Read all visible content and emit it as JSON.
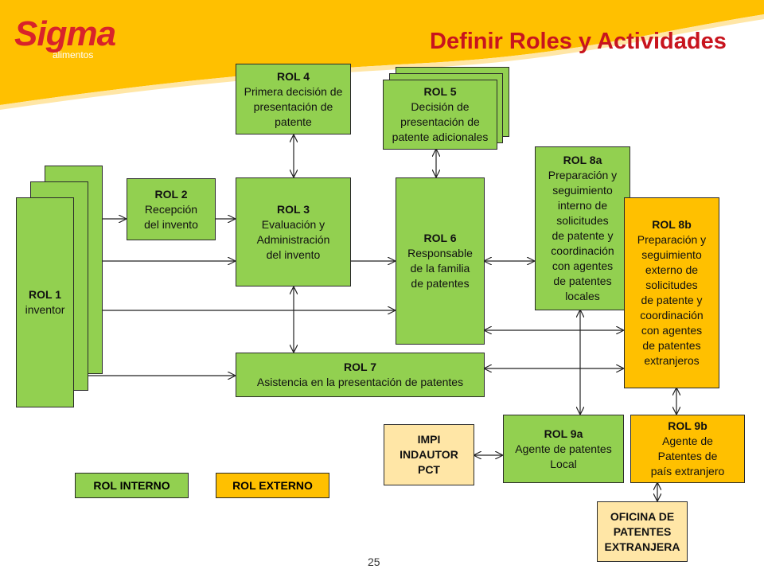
{
  "title": "Definir Roles y Actividades",
  "logo": {
    "brand": "Sigma",
    "sub": "alimentos"
  },
  "roles": {
    "rol1": {
      "title": "ROL 1",
      "body": "inventor"
    },
    "rol2": {
      "title": "ROL 2",
      "body": "Recepción\ndel invento"
    },
    "rol3": {
      "title": "ROL 3",
      "body": "Evaluación y\nAdministración\ndel invento"
    },
    "rol4": {
      "title": "ROL 4",
      "body": "Primera decisión de\npresentación de\npatente"
    },
    "rol5": {
      "title": "ROL 5",
      "body": "Decisión de\npresentación de\npatente adicionales"
    },
    "rol6": {
      "title": "ROL 6",
      "body": "Responsable\nde la familia\nde patentes"
    },
    "rol7": {
      "title": "ROL 7",
      "body": "Asistencia en la presentación de patentes"
    },
    "rol8a": {
      "title": "ROL 8a",
      "body": "Preparación y\nseguimiento\ninterno de\nsolicitudes\nde patente y\ncoordinación\ncon agentes\nde patentes\nlocales"
    },
    "rol8b": {
      "title": "ROL 8b",
      "body": "Preparación y\nseguimiento\nexterno de\nsolicitudes\nde patente y\ncoordinación\ncon agentes\nde patentes\nextranjeros"
    },
    "rol9a": {
      "title": "ROL 9a",
      "body": "Agente de patentes\nLocal"
    },
    "rol9b": {
      "title": "ROL 9b",
      "body": "Agente de\nPatentes de\npaís extranjero"
    }
  },
  "impi": {
    "body": "IMPI\nINDAUTOR\nPCT"
  },
  "oficina": {
    "body": "OFICINA DE\nPATENTES\nEXTRANJERA"
  },
  "legend": {
    "internal": "ROL INTERNO",
    "external": "ROL EXTERNO"
  },
  "page_number": "25",
  "colors": {
    "internal": "#92d050",
    "external": "#ffc000",
    "title": "#c8141e",
    "header": "#ffc000"
  }
}
